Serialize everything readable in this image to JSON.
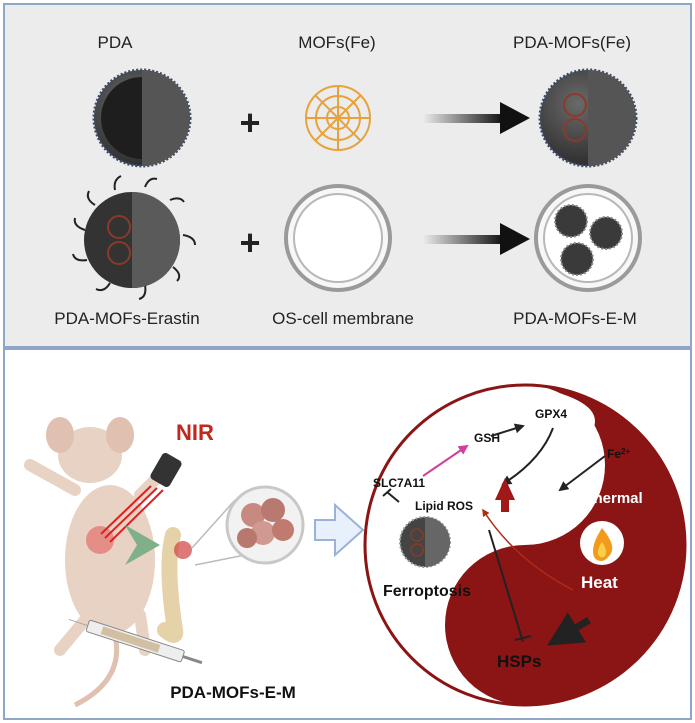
{
  "synthesis": {
    "pda": "PDA",
    "mofs": "MOFs(Fe)",
    "pda_mofs": "PDA-MOFs(Fe)",
    "pda_mofs_erastin": "PDA-MOFs-Erastin",
    "os_membrane": "OS-cell membrane",
    "pda_mofs_em": "PDA-MOFs-E-M",
    "plus": "+"
  },
  "therapy": {
    "nir": "NIR",
    "injection_label": "PDA-MOFs-E-M"
  },
  "mechanism": {
    "gsh": "GSH",
    "gpx4": "GPX4",
    "fe": "Fe",
    "fe_charge": "2+",
    "slc7a11": "SLC7A11",
    "lipid_ros": "Lipid ROS",
    "ferroptosis": "Ferroptosis",
    "photothermal": "Photothermal",
    "heat": "Heat",
    "hsps": "HSPs"
  },
  "colors": {
    "panel_border": "#8fa6c8",
    "top_bg": "#ececec",
    "dark_red": "#8b1414",
    "nir_red": "#c0271d",
    "mof_orange": "#e8a23c"
  }
}
